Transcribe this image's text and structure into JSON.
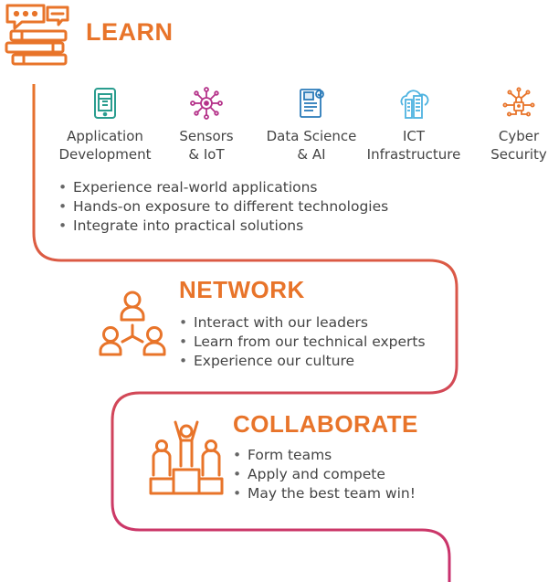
{
  "sections": {
    "learn": {
      "title": "LEARN",
      "categories": [
        {
          "label": "Application\nDevelopment",
          "icon": "tablet-app-icon"
        },
        {
          "label": "Sensors\n& IoT",
          "icon": "sensor-network-icon"
        },
        {
          "label": "Data Science\n& AI",
          "icon": "data-document-icon"
        },
        {
          "label": "ICT\nInfrastructure",
          "icon": "cloud-building-icon"
        },
        {
          "label": "Cyber\nSecurity",
          "icon": "circuit-lock-icon"
        }
      ],
      "bullets": [
        "Experience real-world applications",
        "Hands-on exposure to different technologies",
        "Integrate into practical solutions"
      ]
    },
    "network": {
      "title": "NETWORK",
      "bullets": [
        "Interact with our leaders",
        "Learn from our technical experts",
        "Experience our culture"
      ]
    },
    "collaborate": {
      "title": "COLLABORATE",
      "bullets": [
        "Form teams",
        "Apply and compete",
        "May the best team win!"
      ]
    }
  },
  "colors": {
    "accent": "#e8742a",
    "path_start": "#e8742a",
    "path_end": "#c8306f",
    "teal": "#2a9d8f",
    "blue": "#2b7bb9",
    "magenta": "#b5338a",
    "light_blue": "#4fb3e0"
  }
}
